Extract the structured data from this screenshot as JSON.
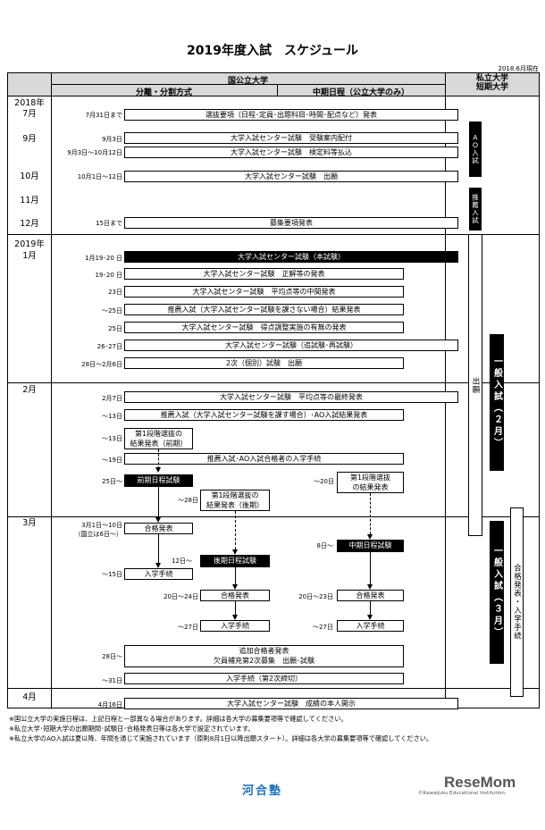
{
  "title": "2019年度入試　スケジュール",
  "as_of": "2018.6月現在",
  "header": {
    "public": "国公立大学",
    "private": "私立大学\n短期大学",
    "split": "分離・分割方式",
    "midterm": "中期日程（公立大学のみ）"
  },
  "months": {
    "y2018": "2018年",
    "m7": "7月",
    "m9": "9月",
    "m10": "10月",
    "m11": "11月",
    "m12": "12月",
    "y2019": "2019年",
    "m1": "1月",
    "m2": "2月",
    "m3": "3月",
    "m4": "4月"
  },
  "dates": {
    "d1": "7月31日まで",
    "d2": "9月3日",
    "d3": "9月3日〜10月12日",
    "d4": "10月1日〜12日",
    "d5": "15日まで",
    "d6": "1月19･20 日",
    "d7": "19･20 日",
    "d8": "23日",
    "d9": "〜25日",
    "d10": "25日",
    "d11": "26･27日",
    "d12": "28日〜2月6日",
    "d13": "2月7日",
    "d14": "〜13日",
    "d15": "〜13日",
    "d16": "〜19日",
    "d17": "25日〜",
    "d18": "〜20日",
    "d19": "〜28日",
    "d20": "3月1日〜10日",
    "d20b": "（国立は6日〜）",
    "d21": "〜15日",
    "d22": "12日〜",
    "d23": "8日〜",
    "d24": "20日〜24日",
    "d25": "20日〜23日",
    "d26": "〜27日",
    "d27": "〜27日",
    "d28": "28日〜",
    "d29": "〜31日",
    "d30": "4月16日"
  },
  "events": {
    "e1": "選抜要項（日程･定員･出題科目･時間･配点など）発表",
    "e2": "大学入試センター試験　受験案内配付",
    "e3": "大学入試センター試験　検定料等払込",
    "e4": "大学入試センター試験　出願",
    "e5": "募集要項発表",
    "e6": "大学入試センター試験（本試験）",
    "e7": "大学入試センター試験　正解等の発表",
    "e8": "大学入試センター試験　平均点等の中間発表",
    "e9": "推薦入試（大学入試センター試験を課さない場合）結果発表",
    "e10": "大学入試センター試験　得点調整実施の有無の発表",
    "e11": "大学入試センター試験（追試験･再試験）",
    "e12": "2次（個別）試験　出願",
    "e13": "大学入試センター試験　平均点等の最終発表",
    "e14": "推薦入試（大学入試センター試験を課す場合）･AO入試結果発表",
    "e15a": "第1段階選抜の",
    "e15b": "結果発表（前期）",
    "e16": "推薦入試･AO入試合格者の入学手続",
    "e17": "前期日程試験",
    "e18a": "第1段階選抜",
    "e18b": "の結果発表",
    "e19a": "第1段階選抜の",
    "e19b": "結果発表（後期）",
    "e20": "合格発表",
    "e21": "入学手続",
    "e22": "後期日程試験",
    "e23": "中期日程試験",
    "e24": "合格発表",
    "e25": "合格発表",
    "e26": "入学手続",
    "e27": "入学手続",
    "e28a": "追加合格者発表",
    "e28b": "欠員補充第2次募集　出願･試験",
    "e29": "入学手続（第2次締切）",
    "e30": "大学入試センター試験　成績の本人開示"
  },
  "private_side": {
    "ao": "ＡＯ入試",
    "suisen": "推薦入試",
    "shutsugan": "出願",
    "ippan2": "一般入試（２月）",
    "ippan3": "一般入試（３月）",
    "goukaku": "合格発表・入学手続"
  },
  "notes": [
    "※国公立大学の実施日程は、上記日程と一部異なる場合があります。詳細は各大学の募集要項等で確認してください。",
    "※私立大学･短期大学の出願期間･試験日･合格発表日等は各大学で設定されています。",
    "※私立大学のAO入試は夏以降、年間を通じて実施されています（原則8月1日以降出願スタート）。詳細は各大学の募集要項等で確認してください。"
  ],
  "logos": {
    "left": "河合塾",
    "right": "ReseMom",
    "right_small": "©Kawaijuku Educational Institution."
  }
}
